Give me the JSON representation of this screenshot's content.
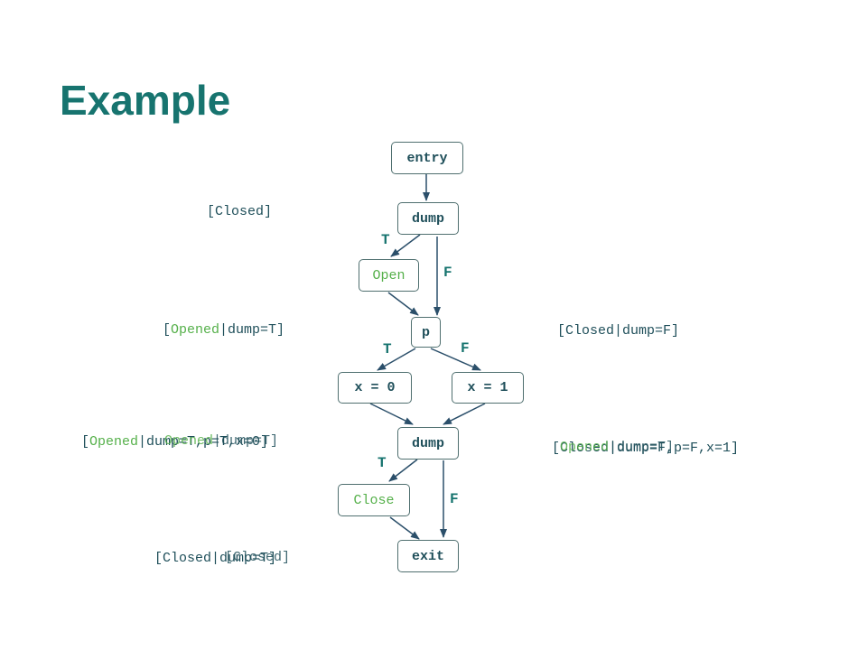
{
  "title": "Example",
  "colors": {
    "title": "#17746f",
    "node_text": "#1f4f5a",
    "state_open_close": "#55b04a",
    "annotation_text": "#1f4f5a",
    "edge": "#2b4f6a",
    "label": "#17746f"
  },
  "nodes": {
    "entry": "entry",
    "dump1": "dump",
    "open": "Open",
    "p": "p",
    "x0": "x = 0",
    "x1": "x = 1",
    "dump2": "dump",
    "close": "Close",
    "exit": "exit"
  },
  "edge_labels": {
    "dump1_T": "T",
    "dump1_F": "F",
    "p_T": "T",
    "p_F": "F",
    "dump2_T": "T",
    "dump2_F": "F"
  },
  "annotations": {
    "a1": {
      "text": "[Closed]"
    },
    "a2_open": "[",
    "a2_state": "Opened",
    "a2_rest": "|dump=T]",
    "a3": "[Closed|dump=F]",
    "a4_base_open": "[",
    "a4_base_state": "Opened",
    "a4_base_rest": "|dump=T,p=T,x=0]",
    "a4_over_state": "Opened",
    "a4_over_rest": "|dump=T]",
    "a5_base": "[Closed|dump=F,p=F,x=1]",
    "a5_over_state": "Opened",
    "a5_over_rest": "|dump=T]",
    "a6_base": "[Closed|dump=T]",
    "a6_over": "[Closed]"
  }
}
